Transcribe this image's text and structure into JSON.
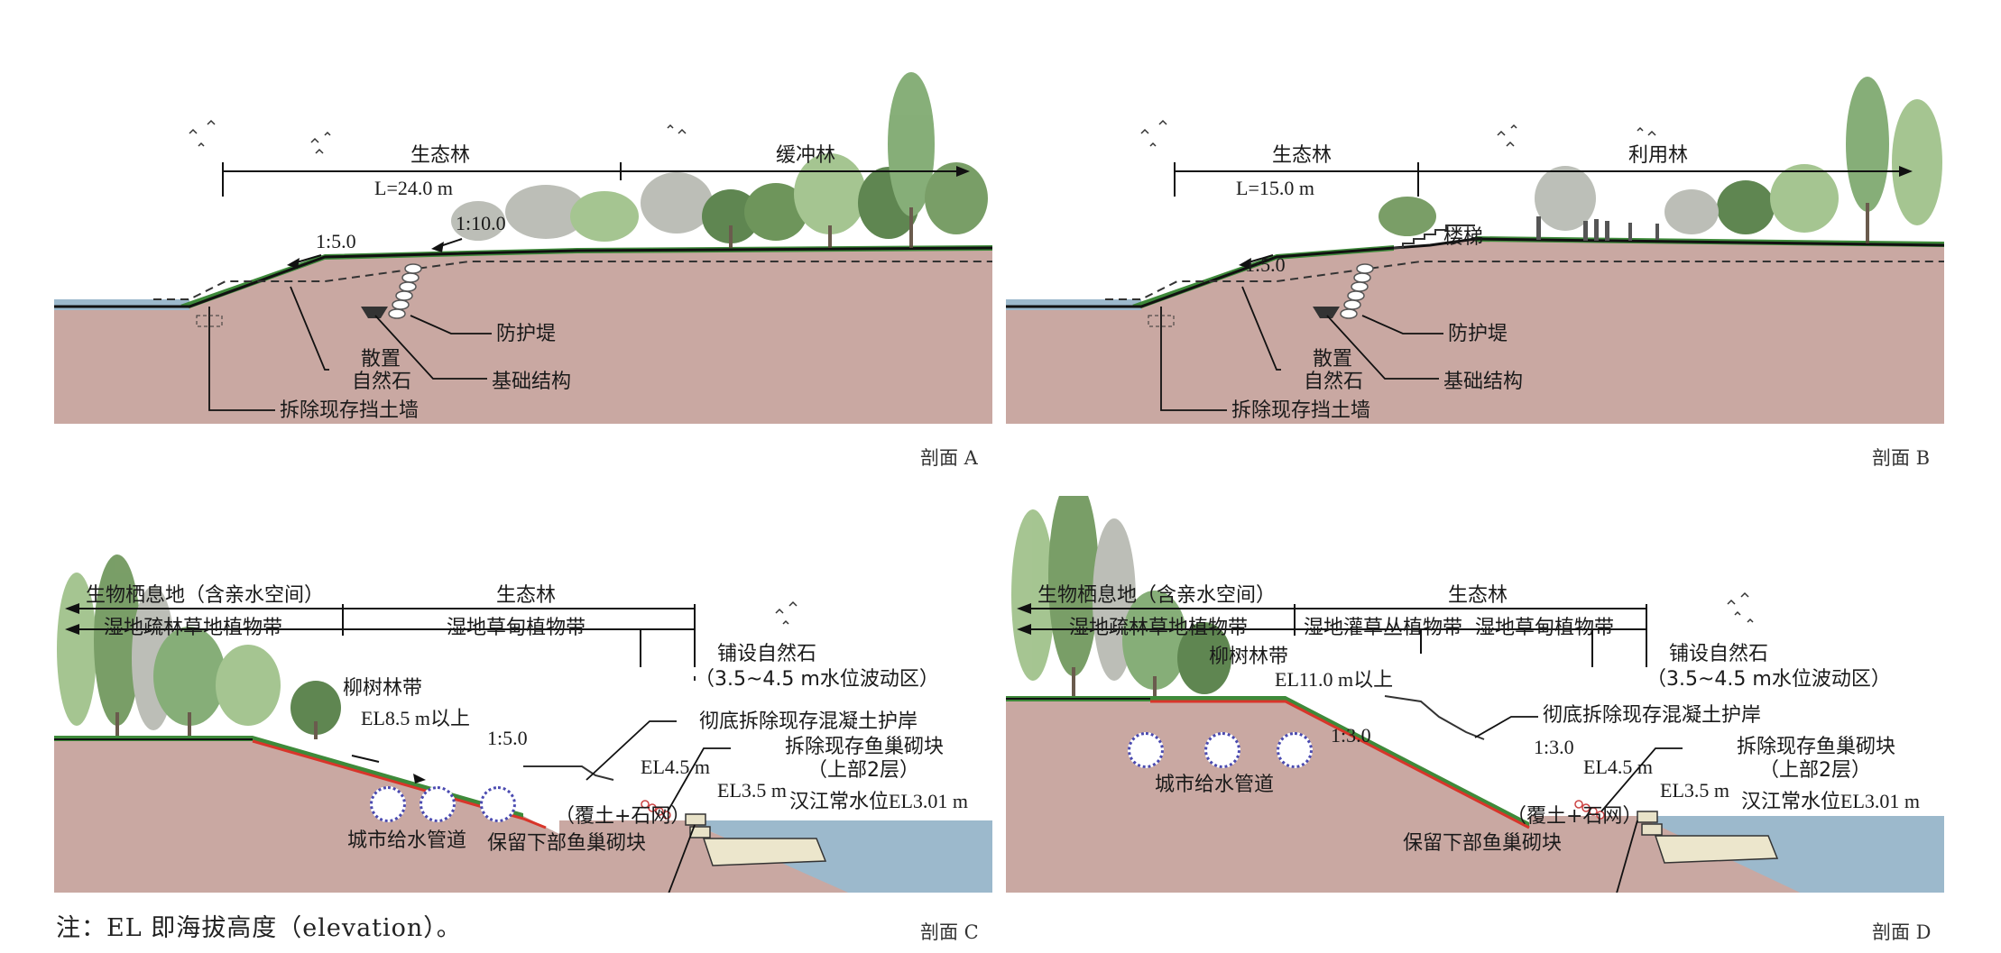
{
  "colors": {
    "soil": "#c9a8a2",
    "water": "#9cb9cc",
    "grass": "#3e8a3a",
    "red_line": "#d8352a",
    "tree_dark": "#4e7a3f",
    "tree_light": "#9cbf86",
    "tree_grey": "#b5b8b0"
  },
  "panel_a": {
    "zone_left": "生态林",
    "zone_right": "缓冲林",
    "length": "L=24.0 m",
    "slope_1": "1:5.0",
    "slope_2": "1:10.0",
    "label_levee": "防护堤",
    "label_stone_1": "散置",
    "label_stone_2": "自然石",
    "label_foundation": "基础结构",
    "label_wall": "拆除现存挡土墙",
    "caption": "剖面 A"
  },
  "panel_b": {
    "zone_left": "生态林",
    "zone_right": "利用林",
    "length": "L=15.0 m",
    "slope_1": "1:5.0",
    "label_stairs": "楼梯",
    "label_levee": "防护堤",
    "label_stone_1": "散置",
    "label_stone_2": "自然石",
    "label_foundation": "基础结构",
    "label_wall": "拆除现存挡土墙",
    "caption": "剖面 B"
  },
  "panel_c": {
    "zone_habitat": "生物栖息地（含亲水空间）",
    "zone_eco": "生态林",
    "band_1": "湿地疏林草地植物带",
    "band_2": "湿地草甸植物带",
    "stone_1": "铺设自然石",
    "stone_2": "（3.5~4.5 m水位波动区）",
    "willow": "柳树林带",
    "el_top": "EL8.5 m以上",
    "slope": "1:5.0",
    "remove_revet": "彻底拆除现存混凝土护岸",
    "remove_block_1": "拆除现存鱼巢砌块",
    "remove_block_2": "（上部2层）",
    "el_45": "EL4.5 m",
    "el_35": "EL3.5 m",
    "river_level": "汉江常水位EL3.01 m",
    "cover": "（覆土+石网）",
    "pipe": "城市给水管道",
    "keep_block": "保留下部鱼巢砌块",
    "caption": "剖面 C"
  },
  "panel_d": {
    "zone_habitat": "生物栖息地（含亲水空间）",
    "zone_eco": "生态林",
    "band_1": "湿地疏林草地植物带",
    "band_2": "湿地灌草丛植物带",
    "band_3": "湿地草甸植物带",
    "stone_1": "铺设自然石",
    "stone_2": "（3.5~4.5 m水位波动区）",
    "willow": "柳树林带",
    "el_top": "EL11.0 m以上",
    "slope_1": "1:3.0",
    "slope_2": "1:3.0",
    "remove_revet": "彻底拆除现存混凝土护岸",
    "remove_block_1": "拆除现存鱼巢砌块",
    "remove_block_2": "（上部2层）",
    "el_45": "EL4.5 m",
    "el_35": "EL3.5 m",
    "river_level": "汉江常水位EL3.01 m",
    "cover": "（覆土+石网）",
    "pipe": "城市给水管道",
    "keep_block": "保留下部鱼巢砌块",
    "caption": "剖面 D"
  },
  "note": "注：EL 即海拔高度（elevation）。"
}
